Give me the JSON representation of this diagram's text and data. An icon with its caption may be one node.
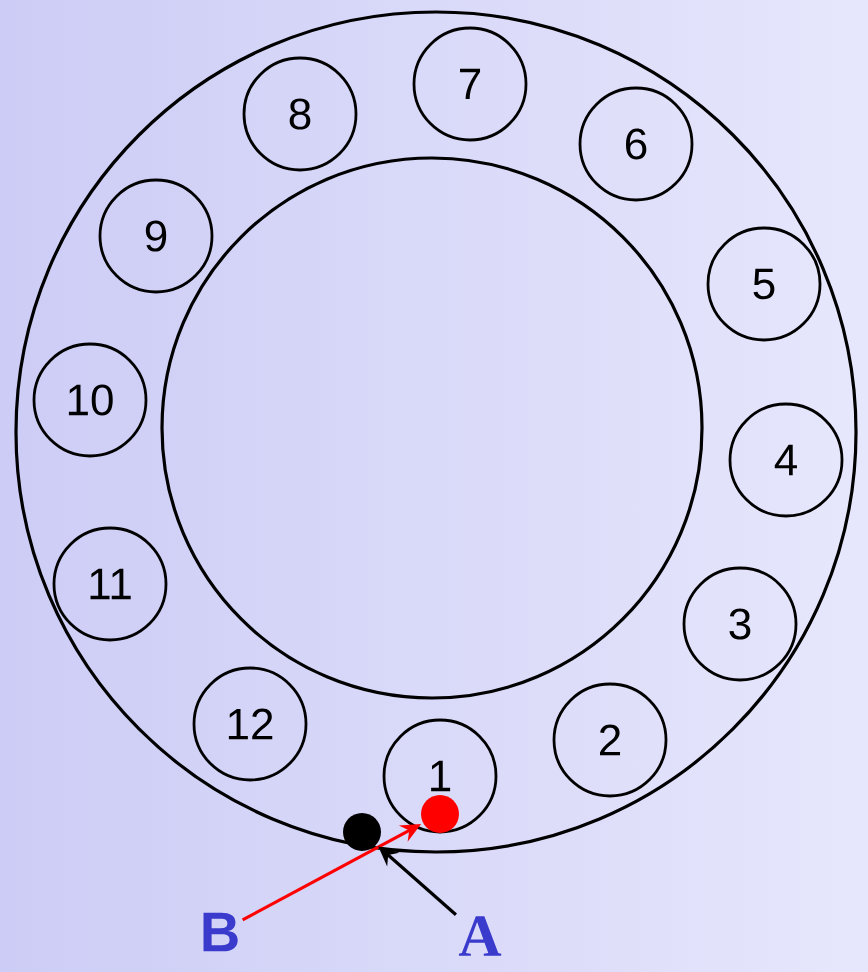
{
  "diagram": {
    "nodes": [
      {
        "text": [
          "1"
        ]
      },
      {
        "text": [
          "2"
        ]
      },
      {
        "text": [
          "3"
        ]
      },
      {
        "text": [
          "4"
        ]
      },
      {
        "text": [
          "5"
        ]
      },
      {
        "text": [
          "6"
        ]
      },
      {
        "text": [
          "7"
        ]
      },
      {
        "text": [
          "8"
        ]
      },
      {
        "text": [
          "9"
        ]
      },
      {
        "text": [
          "10"
        ]
      },
      {
        "text": [
          "11"
        ]
      },
      {
        "text": [
          "12"
        ]
      },
      {
        "text": [],
        "shape": "circle"
      },
      {
        "text": [],
        "shape": "circle",
        "in": 0
      },
      {
        "text": [
          "B"
        ]
      },
      {
        "text": [
          "A"
        ]
      }
    ],
    "edges": [
      {
        "from": 14,
        "to": 13,
        "arrow": "to",
        "color": "#ff0000"
      },
      {
        "from": 15,
        "to": 12,
        "arrow": "to",
        "color": "#000000"
      }
    ]
  }
}
